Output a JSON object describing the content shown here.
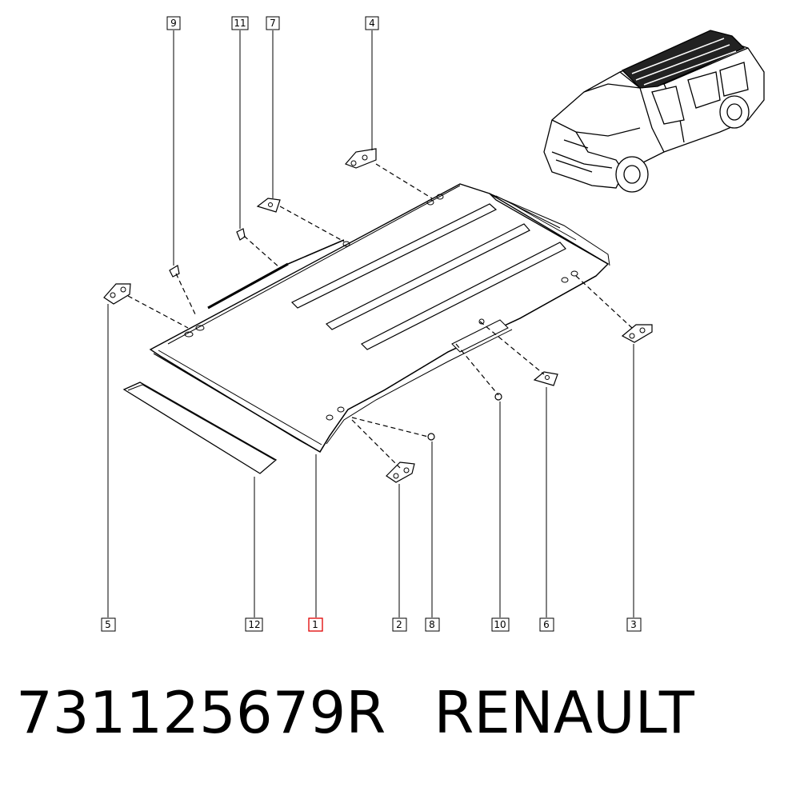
{
  "callouts": {
    "c1": "1",
    "c2": "2",
    "c3": "3",
    "c4": "4",
    "c5": "5",
    "c6": "6",
    "c7": "7",
    "c8": "8",
    "c9": "9",
    "c10": "10",
    "c11": "11",
    "c12": "12"
  },
  "highlighted_callout": "1",
  "colors": {
    "highlight": "#e00000",
    "line": "#000000"
  },
  "caption": {
    "part_number": "731125679R",
    "brand": "RENAULT"
  }
}
